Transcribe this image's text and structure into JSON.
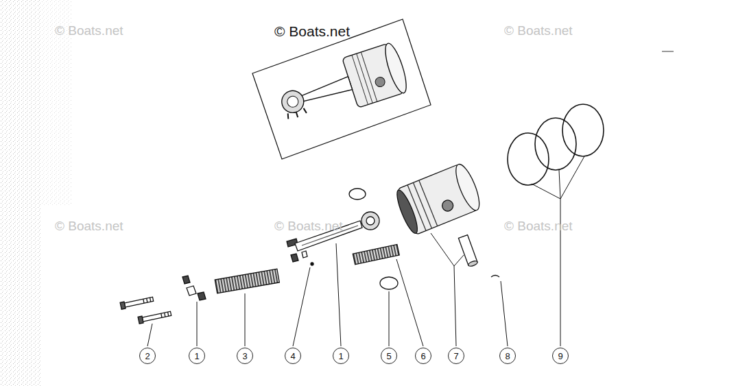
{
  "diagram": {
    "nodes": [
      {
        "text": [
          "2"
        ]
      },
      {
        "text": [
          "1"
        ]
      },
      {
        "text": [
          "3"
        ]
      },
      {
        "text": [
          "4"
        ]
      },
      {
        "text": [
          "1"
        ]
      },
      {
        "text": [
          "5"
        ]
      },
      {
        "text": [
          "6"
        ]
      },
      {
        "text": [
          "7"
        ]
      },
      {
        "text": [
          "8"
        ]
      },
      {
        "text": [
          "9"
        ]
      }
    ],
    "labels": [
      "© Boats.net",
      "© Boats.net",
      "© Boats.net",
      "© Boats.net",
      "© Boats.net",
      "© Boats.net"
    ]
  }
}
